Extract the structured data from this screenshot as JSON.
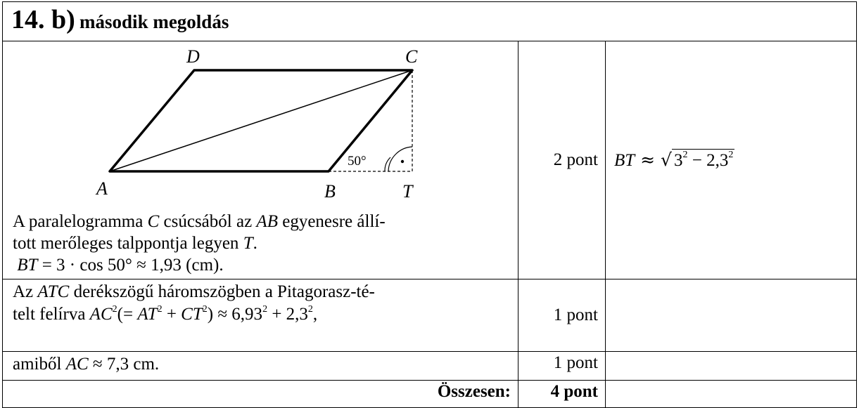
{
  "header": {
    "number": "14. b)",
    "subtitle": "második megoldás"
  },
  "figure": {
    "labels": {
      "A": "A",
      "B": "B",
      "C": "C",
      "D": "D",
      "T": "T"
    },
    "angle_label": "50°"
  },
  "step1": {
    "text_prefix": "A paralelogramma ",
    "vertex": "C",
    "text_mid": " csúcsából az ",
    "line": "AB",
    "text_after": " egyenesre állí-",
    "line2_prefix": "tott merőleges talppontja legyen ",
    "foot": "T",
    "line2_suffix": ".",
    "formula_var": "BT",
    "formula_expr": " = 3 · cos 50° ≈ 1,93 (cm).",
    "points": "2 pont",
    "comment_var": "BT",
    "comment_approx": " ≈ ",
    "comment_radicand_a": "3",
    "comment_radicand_b": " − 2,3"
  },
  "step2": {
    "line1_prefix": "Az ",
    "triangle": "ATC",
    "line1_suffix": " derékszögű háromszögben a Pitagorasz-té-",
    "line2_prefix": "telt felírva  ",
    "ac": "AC",
    "eq_open": "(= ",
    "at": "AT",
    "plus": " + ",
    "ct": "CT",
    "eq_close": ") ≈ 6,93",
    "tail": " + 2,3",
    "end": ",",
    "points": "1 pont"
  },
  "step3": {
    "prefix": "amiből ",
    "var": "AC",
    "value": " ≈ 7,3 cm.",
    "points": "1 pont"
  },
  "total": {
    "label": "Összesen:",
    "points": "4 pont"
  }
}
